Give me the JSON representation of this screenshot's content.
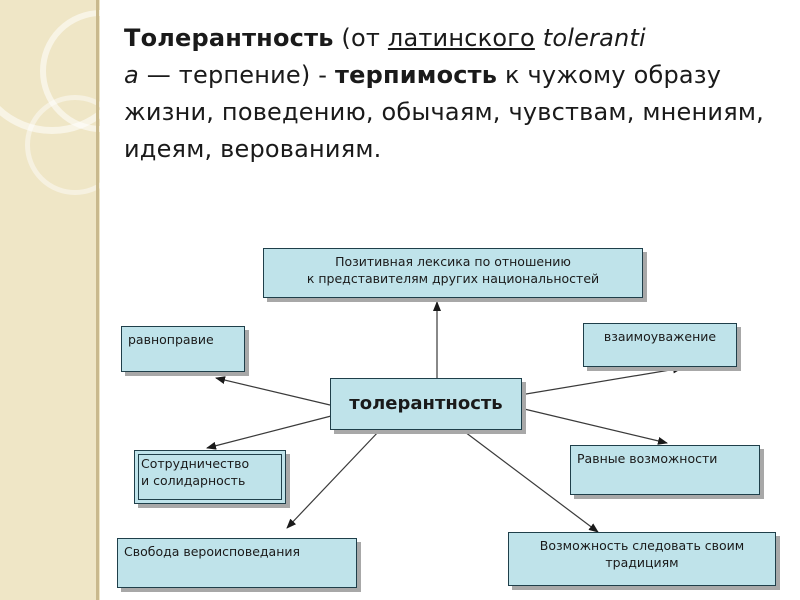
{
  "definition": {
    "term": "Толерантность",
    "from_prefix": "(от",
    "latin_word": "латинского",
    "latin_term_part1": "toleranti",
    "latin_term_part2": "a",
    "meaning": "— терпение) -",
    "key_word": "терпимость",
    "rest": "к чужому образу жизни, поведению, обычаям, чувствам, мнениям, идеям, верованиям."
  },
  "diagram": {
    "center": "толерантность",
    "nodes": {
      "top_line1": "Позитивная лексика по отношению",
      "top_line2": "к представителям других национальностей",
      "equality": "равноправие",
      "mutual_respect": "взаимоуважение",
      "cooperation_line1": "Сотрудничество",
      "cooperation_line2": "и солидарность",
      "equal_opportunities": "Равные возможности",
      "freedom_religion": "Свобода вероисповедания",
      "traditions_line1": "Возможность следовать своим",
      "traditions_line2": "традициям"
    }
  }
}
